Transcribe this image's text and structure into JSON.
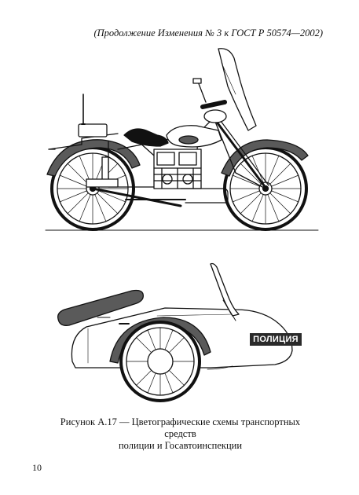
{
  "header": {
    "continuation": "(Продолжение Изменения № 3 к ГОСТ Р 50574—2002)"
  },
  "sidecar": {
    "door_label": "ПОЛИЦИЯ"
  },
  "caption": {
    "line1": "Рисунок А.17 — Цветографические схемы транспортных средств",
    "line2": "полиции и Госавтоинспекции"
  },
  "page": {
    "number": "10"
  },
  "colors": {
    "ink": "#111111",
    "fender": "#5a5a5a",
    "label_bg": "#2a2a2a",
    "label_text": "#ffffff"
  }
}
